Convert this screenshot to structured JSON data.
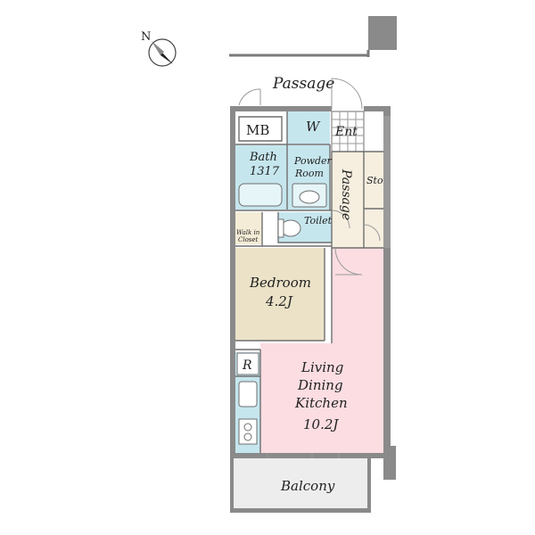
{
  "compass": {
    "label": "N"
  },
  "labels": {
    "passage_top": "Passage",
    "mb": "MB",
    "w": "W",
    "ent": "Ent",
    "bath_name": "Bath",
    "bath_size": "1317",
    "powder_line1": "Powder",
    "powder_line2": "Room",
    "passage_vertical": "Passage",
    "sto": "Sto",
    "toilet": "Toilet",
    "walkin_line1": "Walk in",
    "walkin_line2": "Closet",
    "bedroom_name": "Bedroom",
    "bedroom_size": "4.2J",
    "r": "R",
    "ldk_line1": "Living",
    "ldk_line2": "Dining",
    "ldk_line3": "Kitchen",
    "ldk_size": "10.2J",
    "balcony": "Balcony"
  },
  "colors": {
    "bath": "#c6e6ee",
    "bedroom": "#ebe2c8",
    "ldk": "#fbdde2",
    "passage": "#f6efe0",
    "balcony": "#ededed",
    "wall": "#8a8a8a"
  }
}
